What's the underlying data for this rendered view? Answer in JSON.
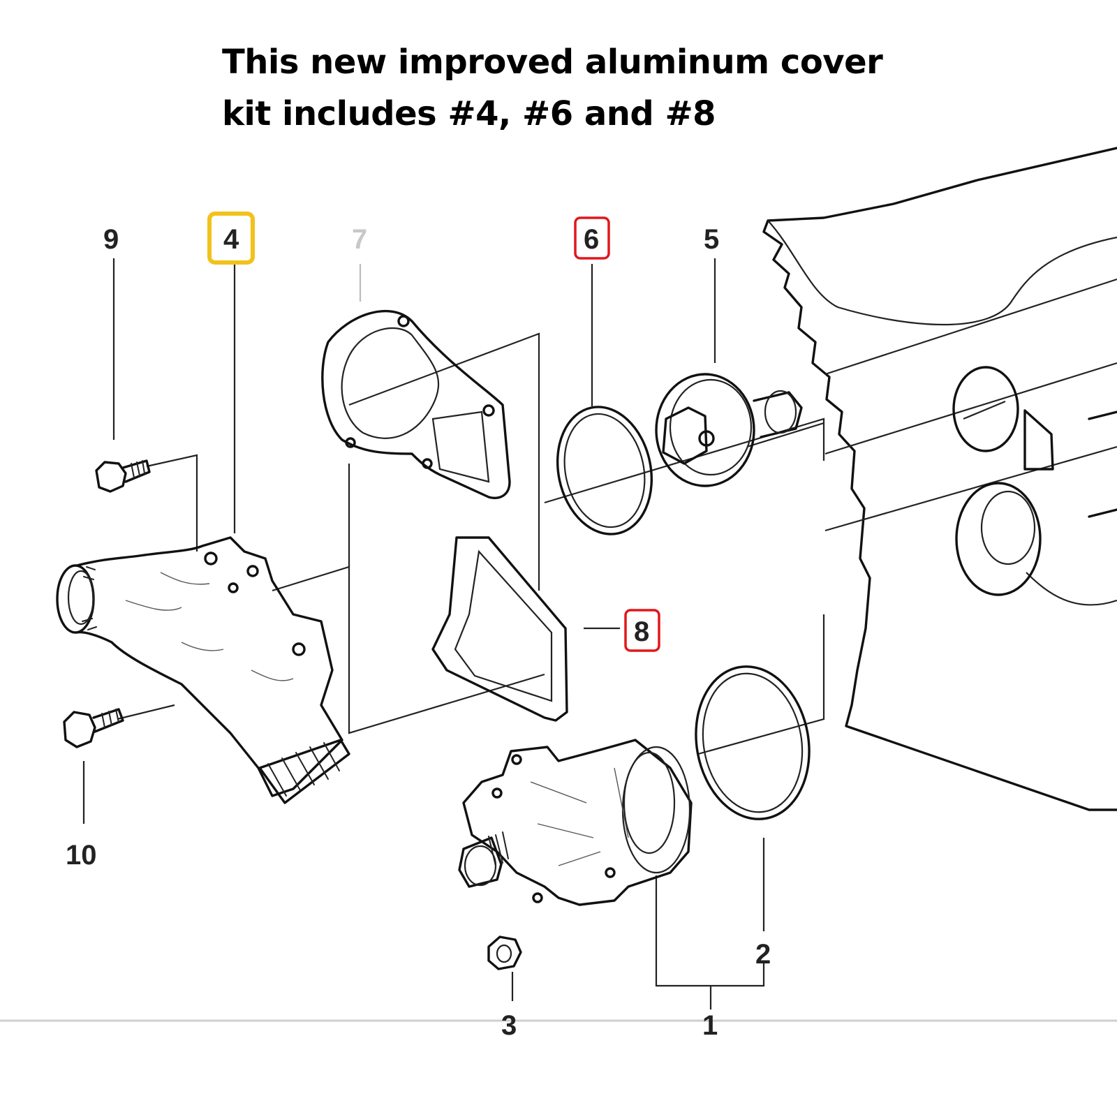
{
  "caption": {
    "line1": "This new improved aluminum cover",
    "line2": "kit includes #4, #6 and #8"
  },
  "callouts": [
    {
      "id": "9",
      "text": "9",
      "highlight": null
    },
    {
      "id": "4",
      "text": "4",
      "highlight": "#f2c21b"
    },
    {
      "id": "7",
      "text": "7",
      "highlight": null,
      "faded": true
    },
    {
      "id": "6",
      "text": "6",
      "highlight": "#e0181b"
    },
    {
      "id": "5",
      "text": "5",
      "highlight": null
    },
    {
      "id": "8",
      "text": "8",
      "highlight": "#e0181b"
    },
    {
      "id": "10",
      "text": "10",
      "highlight": null
    },
    {
      "id": "2",
      "text": "2",
      "highlight": null
    },
    {
      "id": "3",
      "text": "3",
      "highlight": null
    },
    {
      "id": "1",
      "text": "1",
      "highlight": null
    }
  ],
  "colors": {
    "yellow_highlight": "#f2c21b",
    "red_highlight": "#e0181b",
    "line": "#222222",
    "faded_label": "#c8c8c8"
  }
}
